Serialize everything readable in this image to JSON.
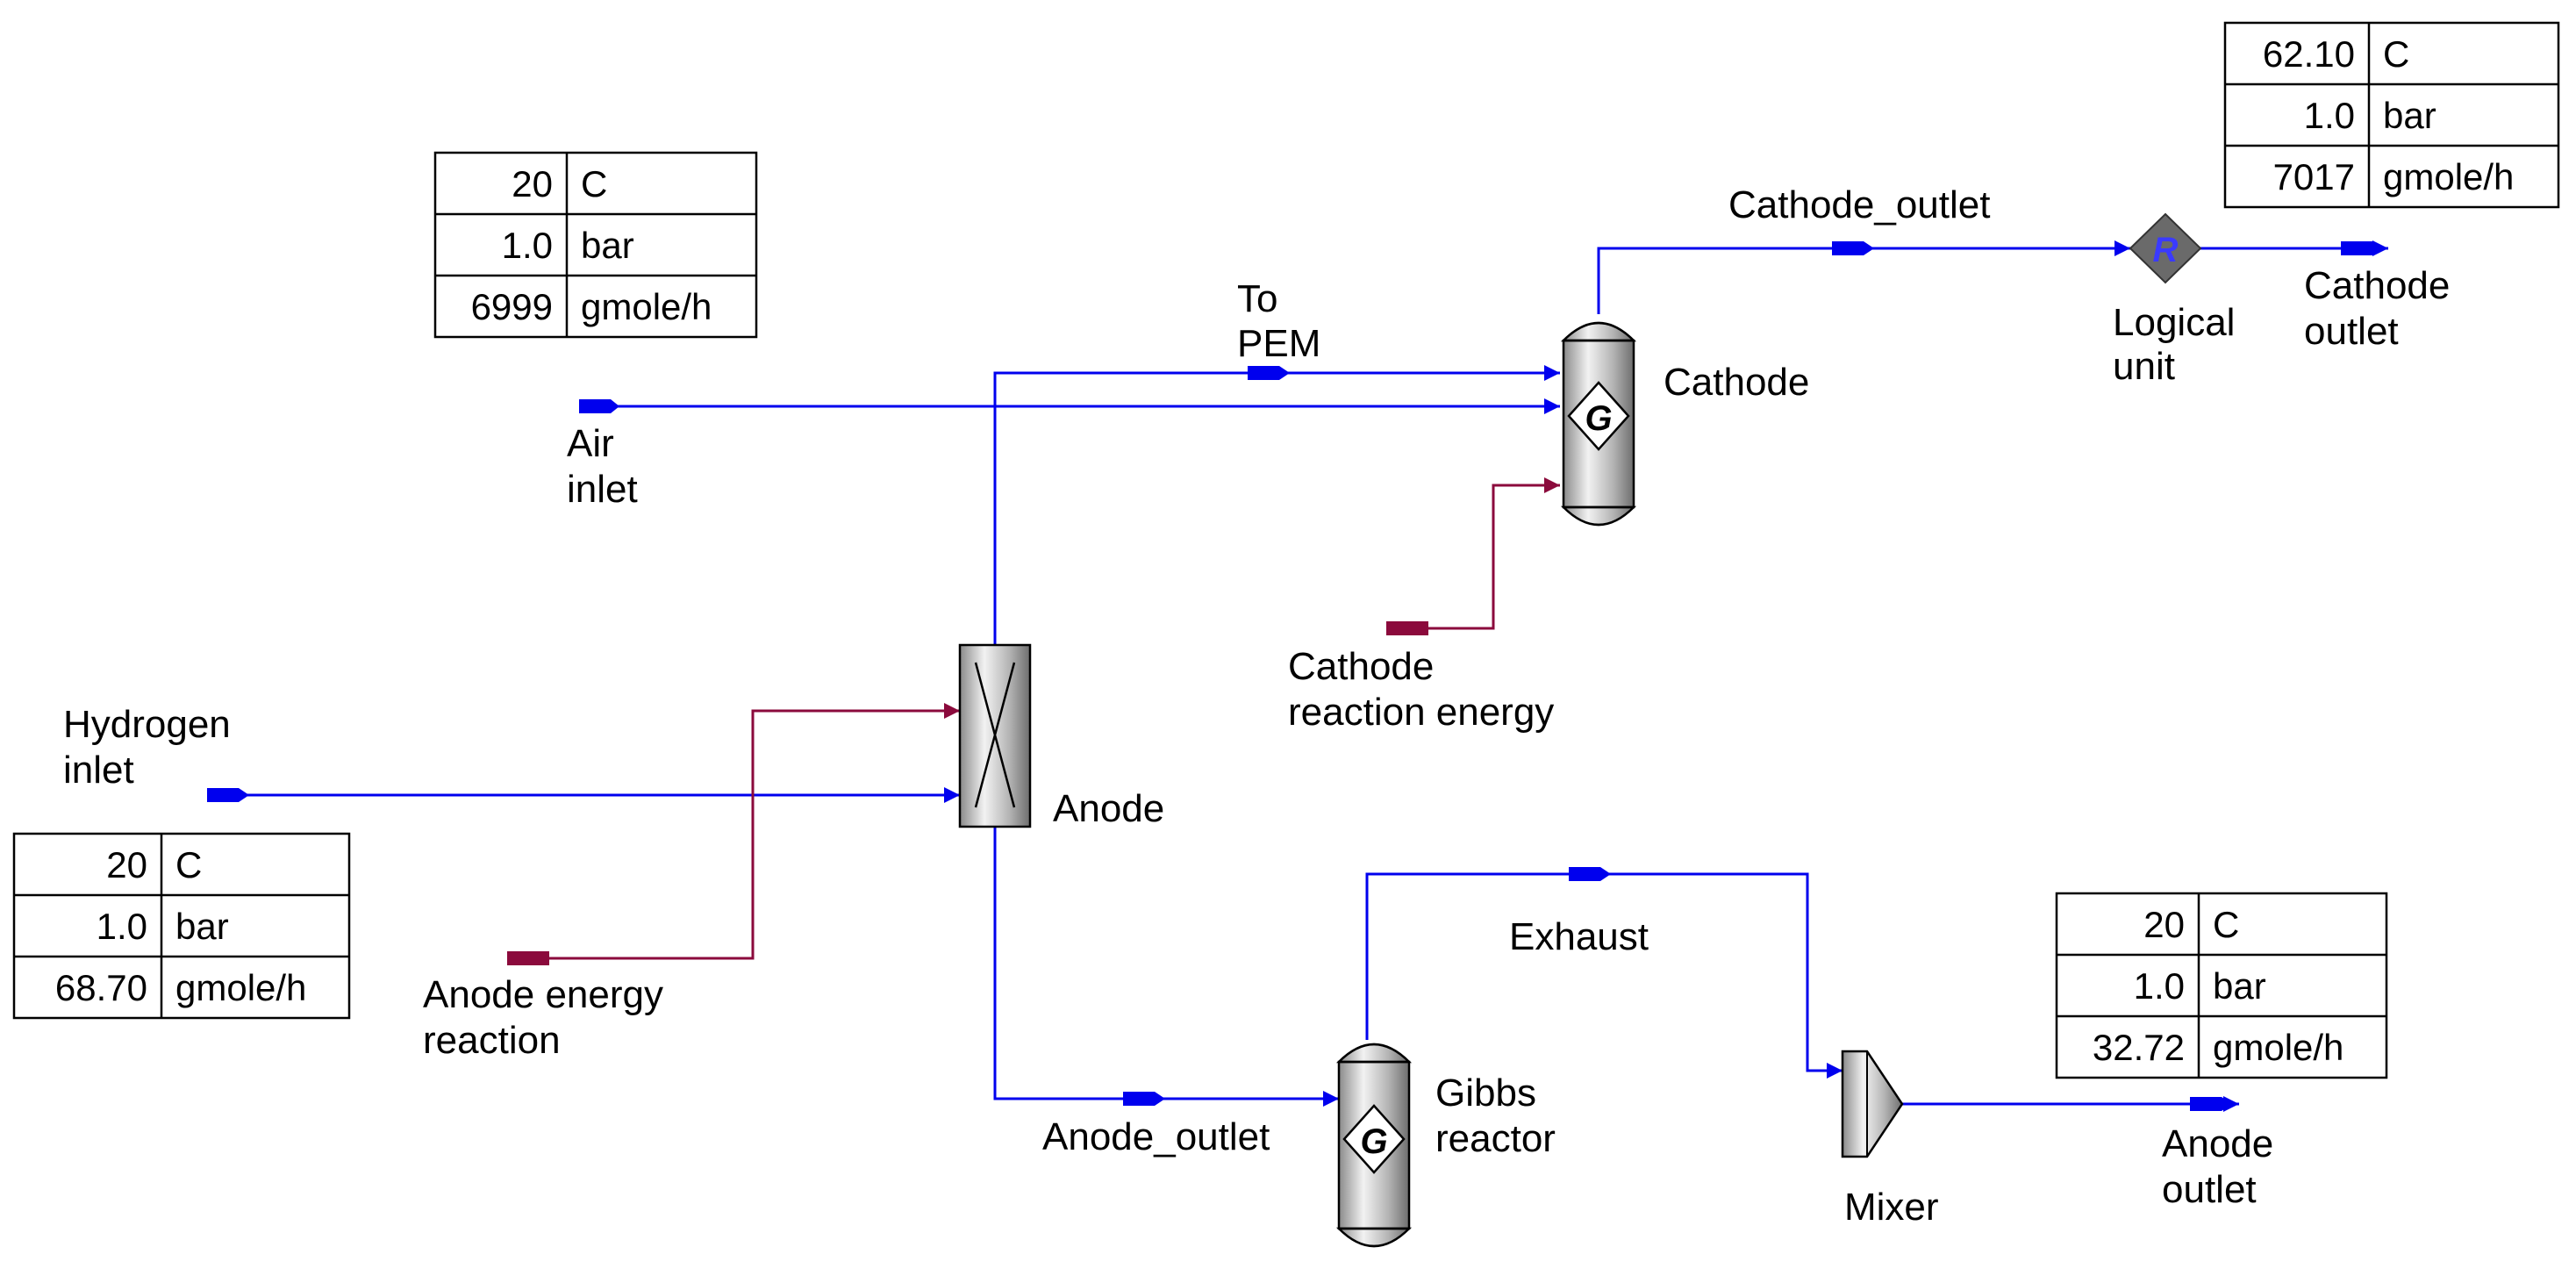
{
  "colors": {
    "material": "#0000ee",
    "energy": "#8b0a3c",
    "equipment_fill": "#bdbdbd",
    "box_border": "#000000"
  },
  "streams": {
    "air_inlet": [
      "Air",
      "inlet"
    ],
    "to_pem": [
      "To",
      "PEM"
    ],
    "cathode_outlet_stream": "Cathode_outlet",
    "cathode_outlet_product": [
      "Cathode",
      "outlet"
    ],
    "cathode_reaction_energy": [
      "Cathode",
      "reaction energy"
    ],
    "hydrogen_inlet": [
      "Hydrogen",
      "inlet"
    ],
    "anode_energy_reaction": [
      "Anode energy",
      "reaction"
    ],
    "anode_outlet_stream": "Anode_outlet",
    "exhaust": "Exhaust",
    "anode_outlet_product": [
      "Anode",
      "outlet"
    ]
  },
  "units": {
    "cathode": {
      "label": "Cathode",
      "symbol": "G"
    },
    "logical_unit": {
      "label": [
        "Logical",
        "unit"
      ],
      "symbol": "R"
    },
    "anode": {
      "label": "Anode"
    },
    "gibbs_reactor": {
      "label": [
        "Gibbs",
        "reactor"
      ],
      "symbol": "G"
    },
    "mixer": {
      "label": "Mixer"
    }
  },
  "tables": {
    "air_inlet": [
      [
        "20",
        "C"
      ],
      [
        "1.0",
        "bar"
      ],
      [
        "6999",
        "gmole/h"
      ]
    ],
    "cathode_outlet": [
      [
        "62.10",
        "C"
      ],
      [
        "1.0",
        "bar"
      ],
      [
        "7017",
        "gmole/h"
      ]
    ],
    "hydrogen_inlet": [
      [
        "20",
        "C"
      ],
      [
        "1.0",
        "bar"
      ],
      [
        "68.70",
        "gmole/h"
      ]
    ],
    "anode_outlet": [
      [
        "20",
        "C"
      ],
      [
        "1.0",
        "bar"
      ],
      [
        "32.72",
        "gmole/h"
      ]
    ]
  }
}
